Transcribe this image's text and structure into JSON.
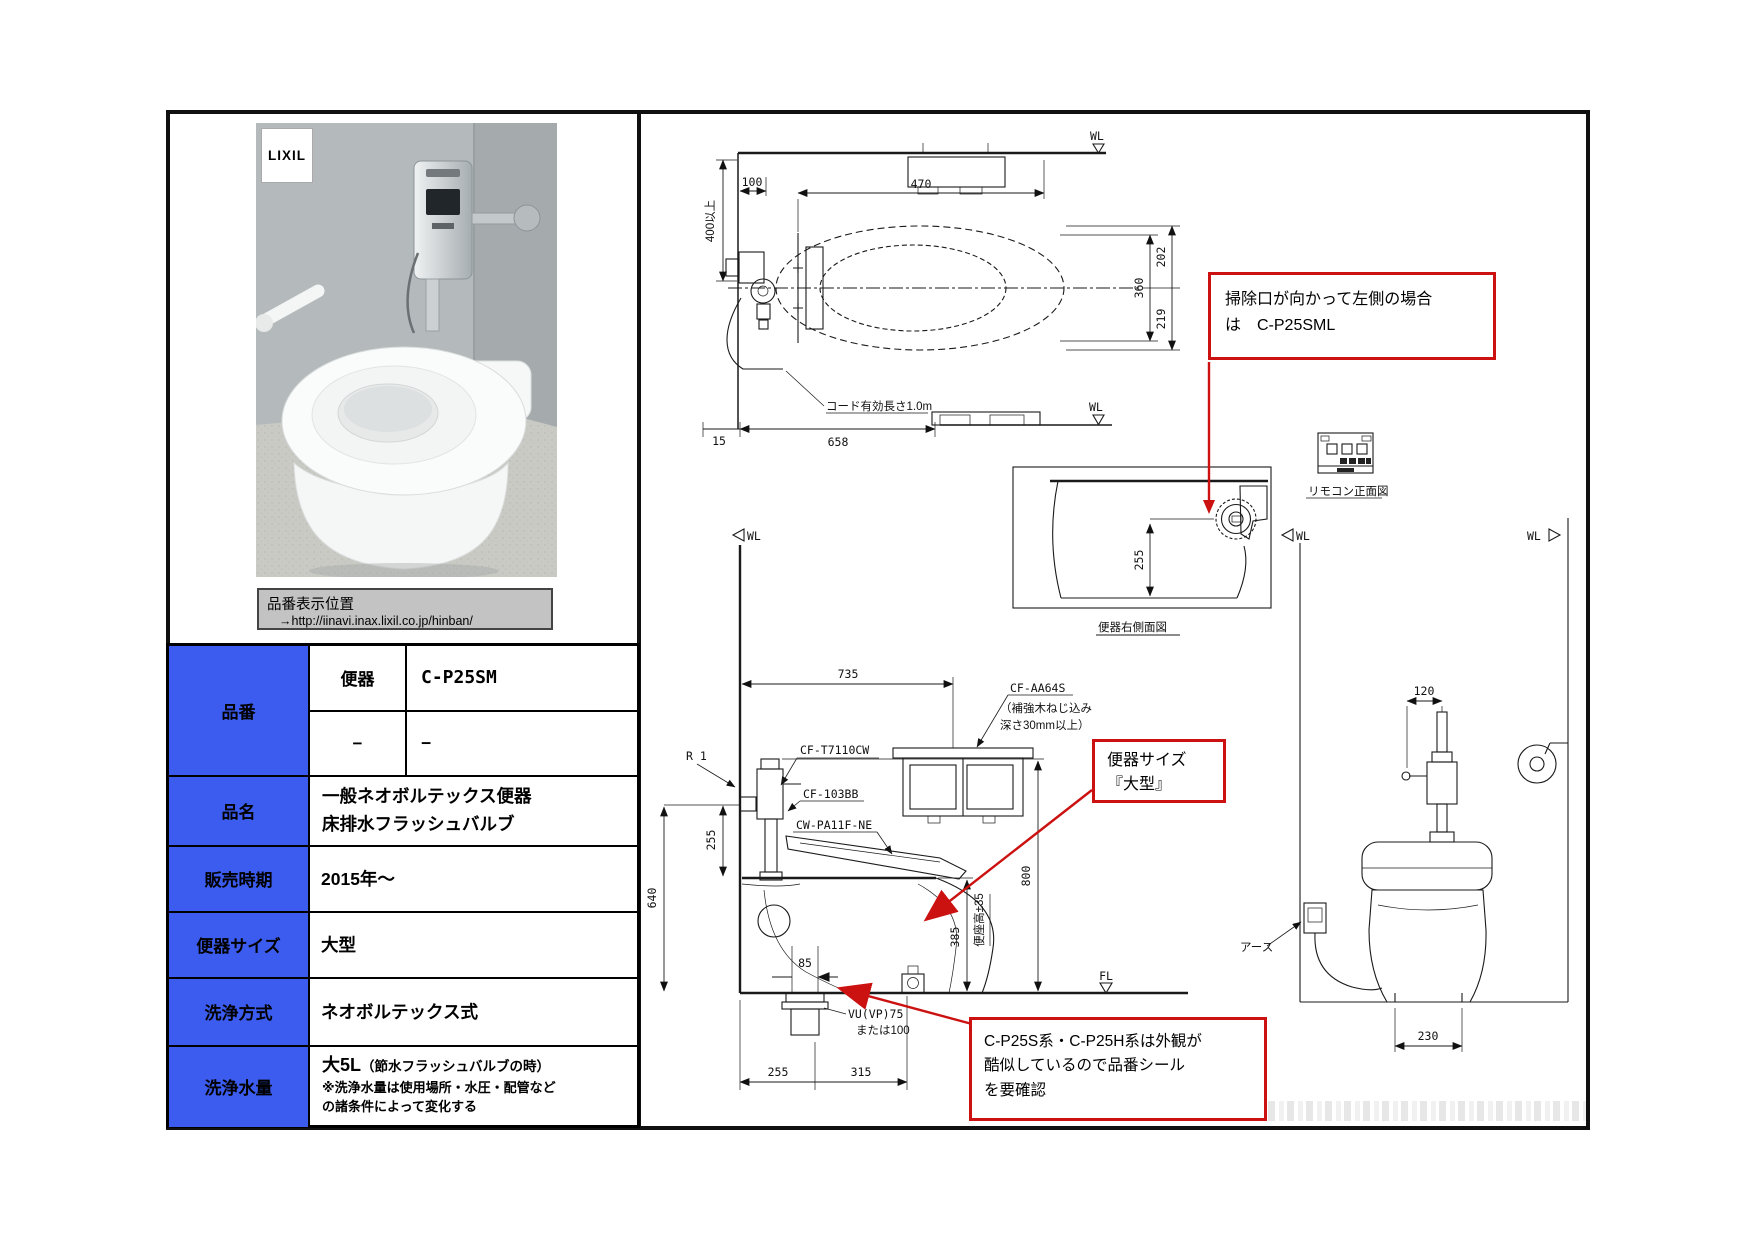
{
  "colors": {
    "accent_blue": "#3c5cf0",
    "note_red": "#cc1111",
    "caption_gray": "#c3c3c3"
  },
  "photo": {
    "brand": "LIXIL",
    "caption_title": "品番表示位置",
    "caption_url": "→http://iinavi.inax.lixil.co.jp/hinban/"
  },
  "spec_table": {
    "hinban_label": "品番",
    "hinban_sub": "便器",
    "hinban_value": "C-P25SM",
    "hinban_sub2": "−",
    "hinban_value2": "−",
    "hinmei_label": "品名",
    "hinmei_line1": "一般ネオボルテックス便器",
    "hinmei_line2": "床排水フラッシュバルブ",
    "hanbai_label": "販売時期",
    "hanbai_value": "2015年～",
    "size_label": "便器サイズ",
    "size_value": "大型",
    "houshiki_label": "洗浄方式",
    "houshiki_value": "ネオボルテックス式",
    "suiryou_label": "洗浄水量",
    "suiryou_main": "大5L",
    "suiryou_paren": "（節水フラッシュバルブの時）",
    "suiryou_note1": "※洗浄水量は使用場所・水圧・配管など",
    "suiryou_note2": "の諸条件によって変化する"
  },
  "top_view": {
    "dim_100": "100",
    "dim_470": "470",
    "dim_400": "400以上",
    "dim_202": "202",
    "dim_360": "360",
    "dim_219": "219",
    "dim_15": "15",
    "dim_658": "658",
    "cord_note": "コード有効長さ1.0m",
    "wl_top": "WL",
    "wl_side": "WL"
  },
  "side_face_view": {
    "dim_255": "255",
    "label": "便器右側面図"
  },
  "remote": {
    "label": "リモコン正面図"
  },
  "main_view": {
    "wl": "WL",
    "dim_735": "735",
    "r1": "R 1",
    "cf_t7110cw": "CF-T7110CW",
    "cf_103bb": "CF-103BB",
    "cw_pa11f": "CW-PA11F-NE",
    "cf_aa64s": "CF-AA64S",
    "aa64s_note1": "（補強木ねじ込み",
    "aa64s_note2": "深さ30mm以上）",
    "dim_255": "255",
    "dim_640": "640",
    "dim_85": "85",
    "dim_385": "385",
    "seat_height_note": "便座高±35",
    "dim_800": "800",
    "fl": "FL",
    "drain_label1": "VU(VP)75",
    "drain_label2": "または100",
    "dim_b255": "255",
    "dim_b315": "315"
  },
  "front_view": {
    "wl_left": "WL",
    "wl_right": "WL",
    "dim_120": "120",
    "earth_label": "アース",
    "dim_230": "230"
  },
  "notes": {
    "note1_line1": "掃除口が向かって左側の場合",
    "note1_line2": "は　C-P25SML",
    "note2_line1": "便器サイズ",
    "note2_line2": "『大型』",
    "note3_line1": "C-P25S系・C-P25H系は外観が",
    "note3_line2": "酷似しているので品番シール",
    "note3_line3": "を要確認"
  }
}
